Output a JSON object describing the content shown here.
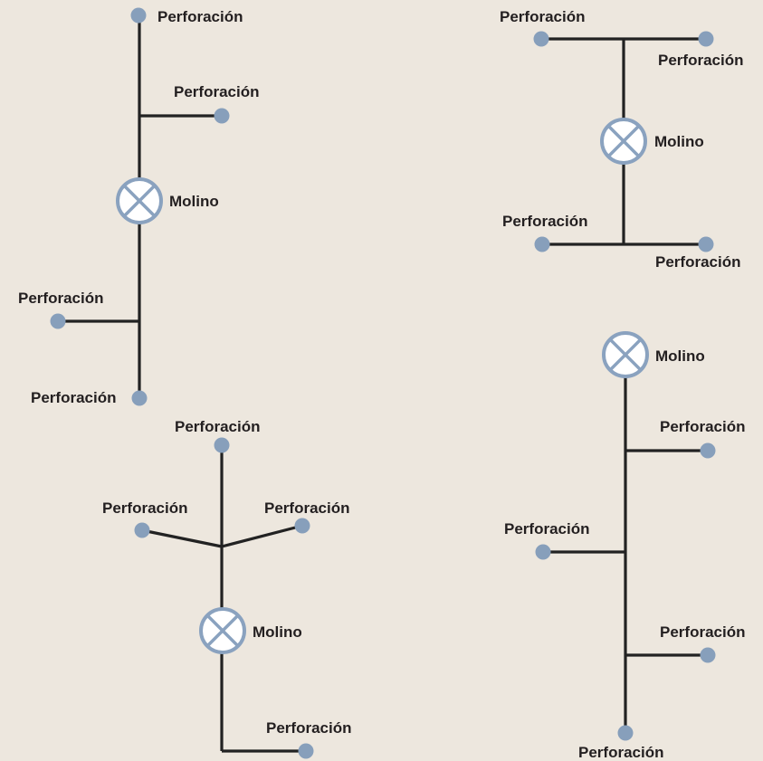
{
  "labels": {
    "bore": "Perforación",
    "mill": "Molino"
  },
  "colors": {
    "background": "#ede7de",
    "pipe": "#222222",
    "bore_dot": "#879fbb",
    "mill_symbol": "#8aa2bf"
  },
  "icons": {
    "bore": "dot-icon",
    "mill": "circled-x-icon"
  },
  "layouts": [
    {
      "name": "layout-1",
      "mills": 1,
      "bores": 4
    },
    {
      "name": "layout-2",
      "mills": 1,
      "bores": 4
    },
    {
      "name": "layout-3",
      "mills": 1,
      "bores": 4
    },
    {
      "name": "layout-4",
      "mills": 1,
      "bores": 4
    }
  ]
}
